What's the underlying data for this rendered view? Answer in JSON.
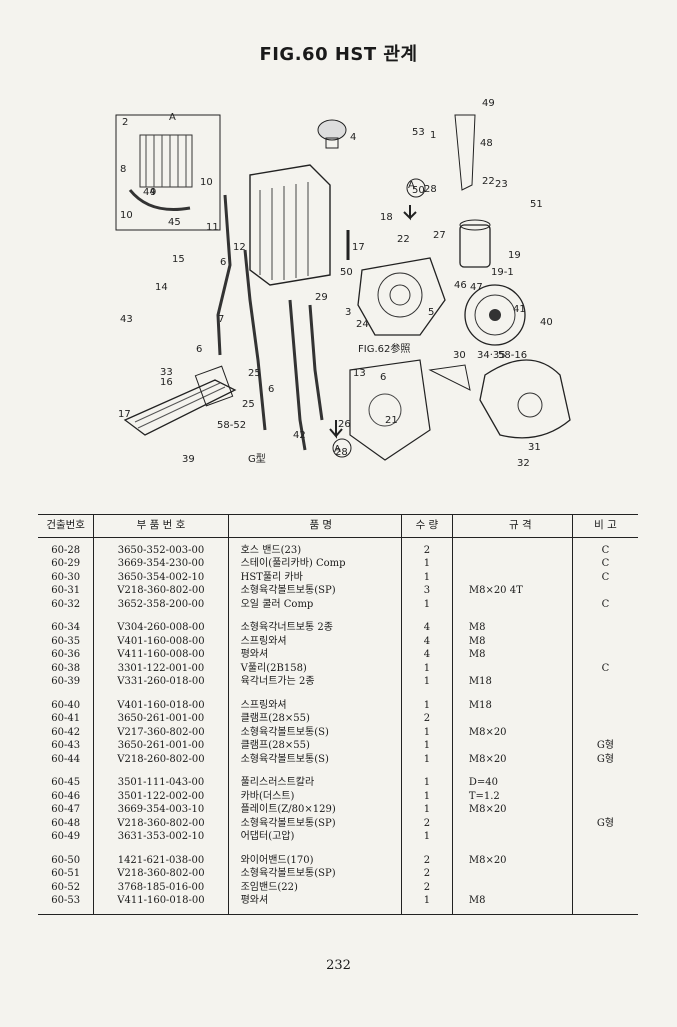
{
  "figure_title": "FIG.60 HST 관계",
  "diagram": {
    "callouts": [
      "1",
      "2",
      "3",
      "4",
      "5",
      "6",
      "6",
      "6",
      "6",
      "7",
      "8",
      "9",
      "10",
      "10",
      "11",
      "12",
      "13",
      "14",
      "15",
      "16",
      "17",
      "17",
      "18",
      "19",
      "19-1",
      "21",
      "22",
      "22",
      "23",
      "24",
      "25",
      "25",
      "26",
      "27",
      "28",
      "28",
      "29",
      "30",
      "31",
      "32",
      "33",
      "34·35",
      "39",
      "40",
      "41",
      "42",
      "43",
      "44",
      "45",
      "46",
      "47",
      "48",
      "49",
      "50",
      "50",
      "51",
      "53",
      "58-16",
      "58-52",
      "G型",
      "A",
      "A",
      "A"
    ],
    "fig_ref": "FIG.62参照"
  },
  "table": {
    "headers": [
      "건출번호",
      "부 품 번 호",
      "품 명",
      "수 량",
      "규 격",
      "비 고"
    ],
    "groups": [
      [
        {
          "no": "60-28",
          "part": "3650-352-003-00",
          "name": "호스 밴드(23)",
          "qty": "2",
          "spec": "",
          "remarks": "C"
        },
        {
          "no": "60-29",
          "part": "3669-354-230-00",
          "name": "스테이(풀리카바) Comp",
          "qty": "1",
          "spec": "",
          "remarks": "C"
        },
        {
          "no": "60-30",
          "part": "3650-354-002-10",
          "name": "HST풀리 카바",
          "qty": "1",
          "spec": "",
          "remarks": "C"
        },
        {
          "no": "60-31",
          "part": "V218-360-802-00",
          "name": "소형육각볼트보통(SP)",
          "qty": "3",
          "spec": "M8×20 4T",
          "remarks": ""
        },
        {
          "no": "60-32",
          "part": "3652-358-200-00",
          "name": "오일 쿨러 Comp",
          "qty": "1",
          "spec": "",
          "remarks": "C"
        }
      ],
      [
        {
          "no": "60-34",
          "part": "V304-260-008-00",
          "name": "소형육각너트보통 2종",
          "qty": "4",
          "spec": "M8",
          "remarks": ""
        },
        {
          "no": "60-35",
          "part": "V401-160-008-00",
          "name": "스프링와셔",
          "qty": "4",
          "spec": "M8",
          "remarks": ""
        },
        {
          "no": "60-36",
          "part": "V411-160-008-00",
          "name": "평와셔",
          "qty": "4",
          "spec": "M8",
          "remarks": ""
        },
        {
          "no": "60-38",
          "part": "3301-122-001-00",
          "name": "V풀리(2B158)",
          "qty": "1",
          "spec": "",
          "remarks": "C"
        },
        {
          "no": "60-39",
          "part": "V331-260-018-00",
          "name": "육각너트가는 2종",
          "qty": "1",
          "spec": "M18",
          "remarks": ""
        }
      ],
      [
        {
          "no": "60-40",
          "part": "V401-160-018-00",
          "name": "스프링와셔",
          "qty": "1",
          "spec": "M18",
          "remarks": ""
        },
        {
          "no": "60-41",
          "part": "3650-261-001-00",
          "name": "클램프(28×55)",
          "qty": "2",
          "spec": "",
          "remarks": ""
        },
        {
          "no": "60-42",
          "part": "V217-360-802-00",
          "name": "소형육각볼트보통(S)",
          "qty": "1",
          "spec": "M8×20",
          "remarks": ""
        },
        {
          "no": "60-43",
          "part": "3650-261-001-00",
          "name": "클램프(28×55)",
          "qty": "1",
          "spec": "",
          "remarks": "G형"
        },
        {
          "no": "60-44",
          "part": "V218-260-802-00",
          "name": "소형육각볼트보통(S)",
          "qty": "1",
          "spec": "M8×20",
          "remarks": "G형"
        }
      ],
      [
        {
          "no": "60-45",
          "part": "3501-111-043-00",
          "name": "풀리스러스트칼라",
          "qty": "1",
          "spec": "D=40",
          "remarks": ""
        },
        {
          "no": "60-46",
          "part": "3501-122-002-00",
          "name": "카바(더스트)",
          "qty": "1",
          "spec": "T=1.2",
          "remarks": ""
        },
        {
          "no": "60-47",
          "part": "3669-354-003-10",
          "name": "플레이트(Z/80×129)",
          "qty": "1",
          "spec": "M8×20",
          "remarks": ""
        },
        {
          "no": "60-48",
          "part": "V218-360-802-00",
          "name": "소형육각볼트보통(SP)",
          "qty": "2",
          "spec": "",
          "remarks": "G형"
        },
        {
          "no": "60-49",
          "part": "3631-353-002-10",
          "name": "어댑터(고압)",
          "qty": "1",
          "spec": "",
          "remarks": ""
        }
      ],
      [
        {
          "no": "60-50",
          "part": "1421-621-038-00",
          "name": "와이어밴드(170)",
          "qty": "2",
          "spec": "M8×20",
          "remarks": ""
        },
        {
          "no": "60-51",
          "part": "V218-360-802-00",
          "name": "소형육각볼트보통(SP)",
          "qty": "2",
          "spec": "",
          "remarks": ""
        },
        {
          "no": "60-52",
          "part": "3768-185-016-00",
          "name": "조임밴드(22)",
          "qty": "2",
          "spec": "",
          "remarks": ""
        },
        {
          "no": "60-53",
          "part": "V411-160-018-00",
          "name": "평와셔",
          "qty": "1",
          "spec": "M8",
          "remarks": ""
        }
      ]
    ]
  },
  "page_number": "232"
}
